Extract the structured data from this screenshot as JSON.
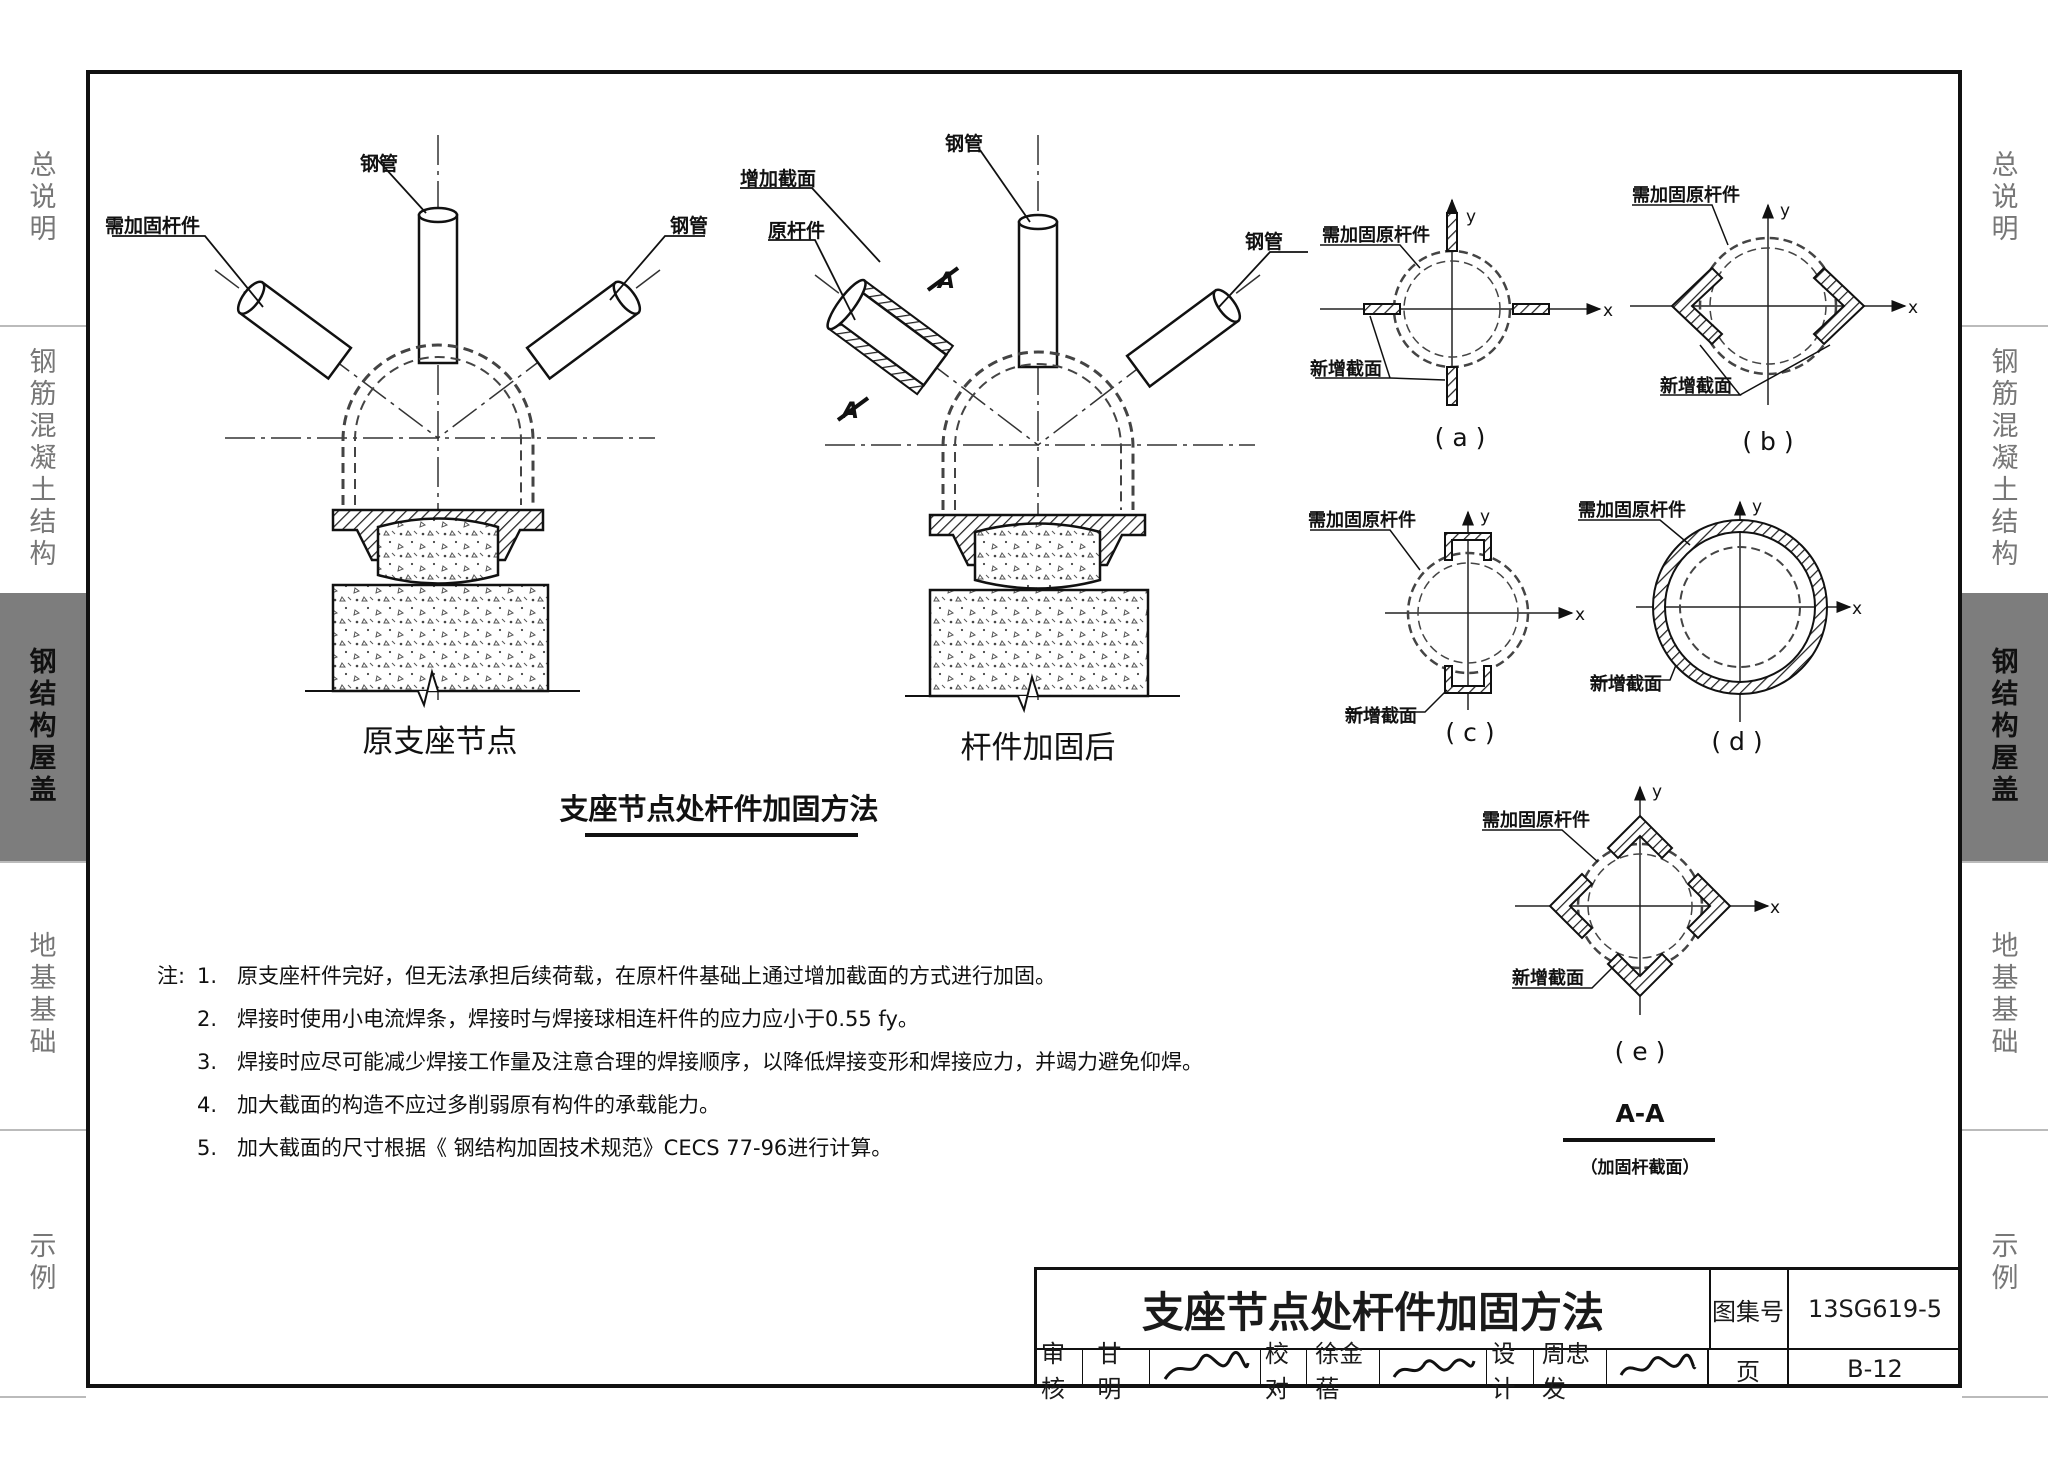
{
  "side_tabs": [
    {
      "label": "总说明",
      "active": false
    },
    {
      "label": "钢筋混凝土结构",
      "active": false
    },
    {
      "label": "钢结构屋盖",
      "active": true
    },
    {
      "label": "地基基础",
      "active": false
    },
    {
      "label": "示例",
      "active": false
    }
  ],
  "figure_left": {
    "title": "原支座节点",
    "labels": {
      "steel_pipe_top": "钢管",
      "member": "需加固杆件",
      "steel_pipe_right": "钢管"
    }
  },
  "figure_right": {
    "title": "杆件加固后",
    "labels": {
      "added_section": "增加截面",
      "original_member": "原杆件",
      "steel_pipe_top": "钢管",
      "steel_pipe_right": "钢管",
      "section_mark": "A"
    }
  },
  "caption": "支座节点处杆件加固方法",
  "sections": [
    {
      "id": "a",
      "label": "( a )",
      "member": "需加固原杆件",
      "added": "新增截面"
    },
    {
      "id": "b",
      "label": "( b )",
      "member": "需加固原杆件",
      "added": "新增截面"
    },
    {
      "id": "c",
      "label": "( c )",
      "member": "需加固原杆件",
      "added": "新增截面"
    },
    {
      "id": "d",
      "label": "( d )",
      "member": "需加固原杆件",
      "added": "新增截面"
    },
    {
      "id": "e",
      "label": "( e )",
      "member": "需加固原杆件",
      "added": "新增截面"
    }
  ],
  "axis": {
    "x": "x",
    "y": "y"
  },
  "section_caption": {
    "title": "A-A",
    "subtitle": "（加固杆截面）"
  },
  "notes": {
    "prefix": "注:",
    "items": [
      {
        "num": "1.",
        "text": "原支座杆件完好，但无法承担后续荷载，在原杆件基础上通过增加截面的方式进行加固。"
      },
      {
        "num": "2.",
        "text": "焊接时使用小电流焊条，焊接时与焊接球相连杆件的应力应小于0.55 fy。"
      },
      {
        "num": "3.",
        "text": "焊接时应尽可能减少焊接工作量及注意合理的焊接顺序，以降低焊接变形和焊接应力，并竭力避免仰焊。"
      },
      {
        "num": "4.",
        "text": "加大截面的构造不应过多削弱原有构件的承载能力。"
      },
      {
        "num": "5.",
        "text": "加大截面的尺寸根据《 钢结构加固技术规范》CECS 77-96进行计算。"
      }
    ]
  },
  "title_block": {
    "title": "支座节点处杆件加固方法",
    "atlas_label": "图集号",
    "atlas_no": "13SG619-5",
    "page_label": "页",
    "page_no": "B-12",
    "review_label": "审核",
    "reviewer": "甘明",
    "check_label": "校对",
    "checker": "徐金蓓",
    "design_label": "设计",
    "designer": "周忠发"
  }
}
